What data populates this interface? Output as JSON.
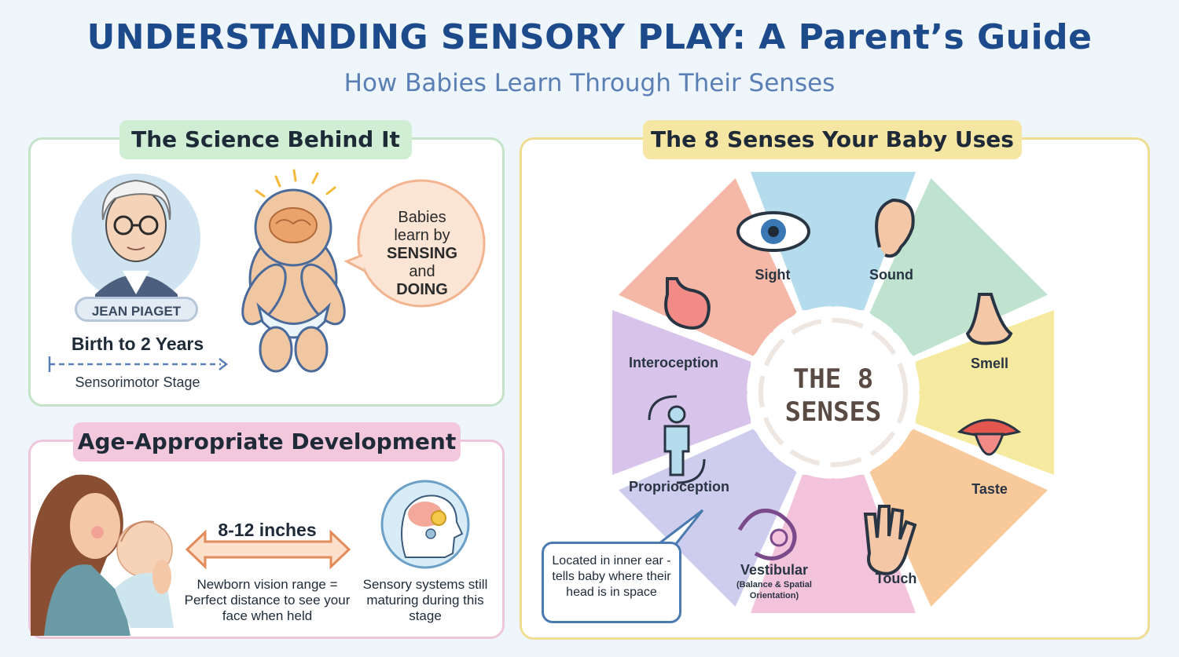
{
  "header": {
    "title": "UNDERSTANDING SENSORY PLAY: A Parent’s Guide",
    "subtitle": "How Babies Learn Through Their Senses"
  },
  "science": {
    "heading": "The Science Behind It",
    "person_name": "JEAN PIAGET",
    "age_range": "Birth to 2 Years",
    "stage": "Sensorimotor Stage",
    "bubble_line1": "Babies",
    "bubble_line2": "learn by",
    "bubble_line3": "SENSING",
    "bubble_line4": "and",
    "bubble_line5": "DOING"
  },
  "age": {
    "heading": "Age-Appropriate Development",
    "range": "8-12 inches",
    "vision_text": "Newborn vision range = Perfect distance to see your face when held",
    "maturing_text": "Sensory systems still maturing during this stage"
  },
  "senses": {
    "heading": "The 8 Senses Your Baby Uses",
    "center_line1": "THE 8",
    "center_line2": "SENSES",
    "items": [
      {
        "label": "Sight",
        "color": "#b5dcec"
      },
      {
        "label": "Sound",
        "color": "#bfe3cf"
      },
      {
        "label": "Smell",
        "color": "#f6e9a0"
      },
      {
        "label": "Taste",
        "color": "#f8c99b"
      },
      {
        "label": "Touch",
        "color": "#f3c3dc"
      },
      {
        "label": "Vestibular",
        "color": "#cfcdee"
      },
      {
        "label": "Proprioception",
        "color": "#d8c4ea"
      },
      {
        "label": "Interoception",
        "color": "#f5b8a7"
      }
    ],
    "vestibular_sub1": "(Balance & Spatial",
    "vestibular_sub2": "Orientation)",
    "callout": "Located in inner ear - tells baby where their head is in space"
  }
}
